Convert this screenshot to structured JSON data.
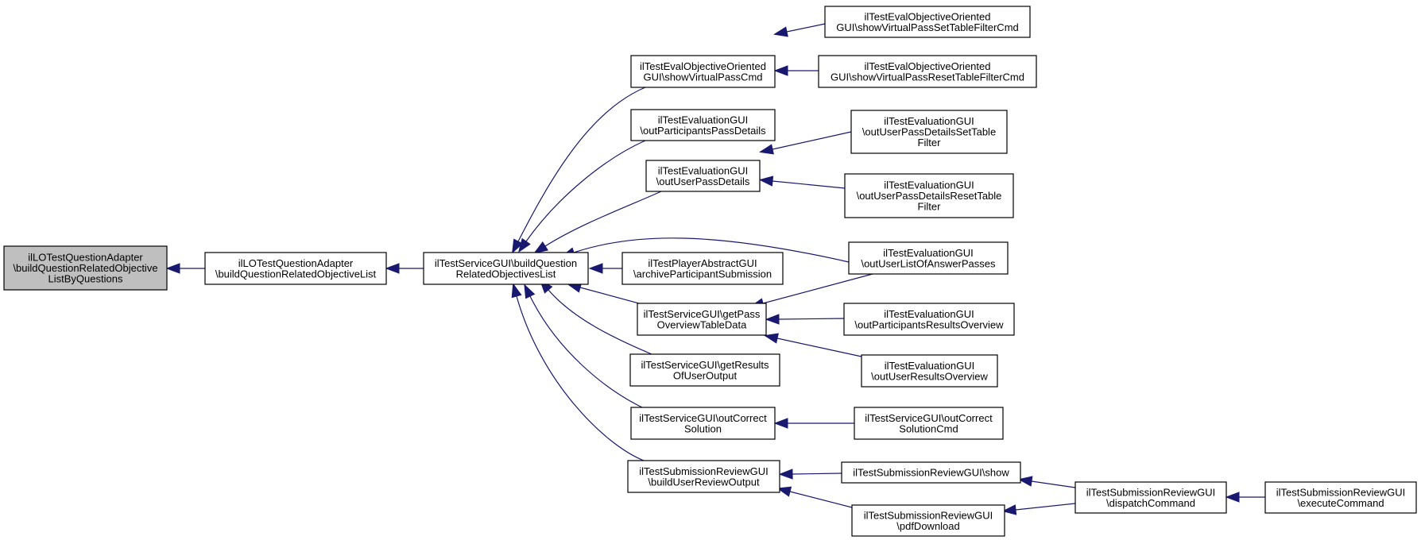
{
  "colors": {
    "edge": "#191970",
    "root_fill": "#bfbfbf",
    "node_fill": "#ffffff",
    "border": "#000000"
  },
  "nodes": [
    {
      "id": "n0",
      "kind": "root",
      "lines": [
        "ilLOTestQuestionAdapter",
        "\\buildQuestionRelatedObjective",
        "ListByQuestions"
      ]
    },
    {
      "id": "n1",
      "lines": [
        "ilLOTestQuestionAdapter",
        "\\buildQuestionRelatedObjectiveList"
      ]
    },
    {
      "id": "n2",
      "lines": [
        "ilTestServiceGUI\\buildQuestion",
        "RelatedObjectivesList"
      ]
    },
    {
      "id": "n3",
      "lines": [
        "ilTestEvalObjectiveOriented",
        "GUI\\showVirtualPassCmd"
      ]
    },
    {
      "id": "n4",
      "lines": [
        "ilTestEvaluationGUI",
        "\\outParticipantsPassDetails"
      ]
    },
    {
      "id": "n5",
      "lines": [
        "ilTestEvaluationGUI",
        "\\outUserPassDetails"
      ]
    },
    {
      "id": "n6",
      "lines": [
        "ilTestPlayerAbstractGUI",
        "\\archiveParticipantSubmission"
      ]
    },
    {
      "id": "n7",
      "lines": [
        "ilTestServiceGUI\\getPass",
        "OverviewTableData"
      ]
    },
    {
      "id": "n8",
      "lines": [
        "ilTestServiceGUI\\getResults",
        "OfUserOutput"
      ]
    },
    {
      "id": "n9",
      "lines": [
        "ilTestServiceGUI\\outCorrect",
        "Solution"
      ]
    },
    {
      "id": "n10",
      "lines": [
        "ilTestSubmissionReviewGUI",
        "\\buildUserReviewOutput"
      ]
    },
    {
      "id": "n11",
      "lines": [
        "ilTestEvalObjectiveOriented",
        "GUI\\showVirtualPassSetTableFilterCmd"
      ]
    },
    {
      "id": "n12",
      "lines": [
        "ilTestEvalObjectiveOriented",
        "GUI\\showVirtualPassResetTableFilterCmd"
      ]
    },
    {
      "id": "n13",
      "lines": [
        "ilTestEvaluationGUI",
        "\\outUserPassDetailsSetTable",
        "Filter"
      ]
    },
    {
      "id": "n14",
      "lines": [
        "ilTestEvaluationGUI",
        "\\outUserPassDetailsResetTable",
        "Filter"
      ]
    },
    {
      "id": "n15",
      "lines": [
        "ilTestEvaluationGUI",
        "\\outUserListOfAnswerPasses"
      ]
    },
    {
      "id": "n16",
      "lines": [
        "ilTestEvaluationGUI",
        "\\outParticipantsResultsOverview"
      ]
    },
    {
      "id": "n17",
      "lines": [
        "ilTestEvaluationGUI",
        "\\outUserResultsOverview"
      ]
    },
    {
      "id": "n18",
      "lines": [
        "ilTestServiceGUI\\outCorrect",
        "SolutionCmd"
      ]
    },
    {
      "id": "n19",
      "lines": [
        "ilTestSubmissionReviewGUI\\show"
      ]
    },
    {
      "id": "n20",
      "lines": [
        "ilTestSubmissionReviewGUI",
        "\\pdfDownload"
      ]
    },
    {
      "id": "n21",
      "lines": [
        "ilTestSubmissionReviewGUI",
        "\\dispatchCommand"
      ]
    },
    {
      "id": "n22",
      "lines": [
        "ilTestSubmissionReviewGUI",
        "\\executeCommand"
      ]
    }
  ],
  "edges": [
    {
      "from": "n1",
      "to": "n0"
    },
    {
      "from": "n2",
      "to": "n1"
    },
    {
      "from": "n3",
      "to": "n2"
    },
    {
      "from": "n4",
      "to": "n2"
    },
    {
      "from": "n5",
      "to": "n2"
    },
    {
      "from": "n15",
      "to": "n2"
    },
    {
      "from": "n6",
      "to": "n2"
    },
    {
      "from": "n7",
      "to": "n2"
    },
    {
      "from": "n8",
      "to": "n2"
    },
    {
      "from": "n9",
      "to": "n2"
    },
    {
      "from": "n10",
      "to": "n2"
    },
    {
      "from": "n11",
      "to": "n3"
    },
    {
      "from": "n12",
      "to": "n3"
    },
    {
      "from": "n13",
      "to": "n5"
    },
    {
      "from": "n14",
      "to": "n5"
    },
    {
      "from": "n15",
      "to": "n7"
    },
    {
      "from": "n16",
      "to": "n7"
    },
    {
      "from": "n17",
      "to": "n7"
    },
    {
      "from": "n18",
      "to": "n9"
    },
    {
      "from": "n19",
      "to": "n10"
    },
    {
      "from": "n20",
      "to": "n10"
    },
    {
      "from": "n21",
      "to": "n19"
    },
    {
      "from": "n21",
      "to": "n20"
    },
    {
      "from": "n22",
      "to": "n21"
    }
  ]
}
